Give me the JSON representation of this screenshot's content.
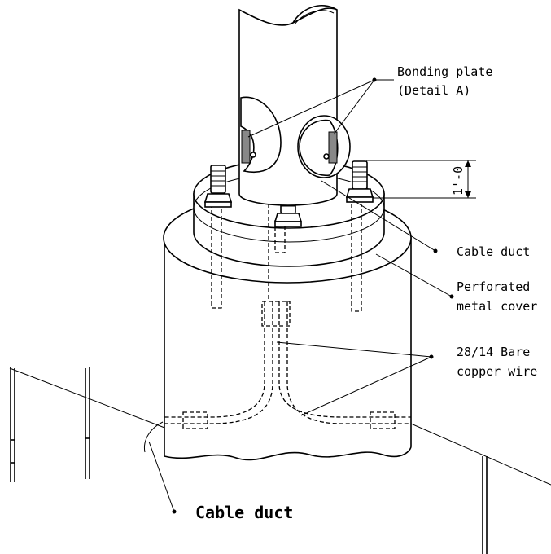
{
  "labels": {
    "bonding_plate_line1": "Bonding plate",
    "bonding_plate_line2": "(Detail A)",
    "dimension": "1'-0",
    "cable_duct_upper": "Cable duct",
    "perforated_line1": "Perforated",
    "perforated_line2": "metal cover",
    "wire_line1": "28/14 Bare",
    "wire_line2": "copper wire",
    "cable_duct_lower": "Cable duct"
  }
}
